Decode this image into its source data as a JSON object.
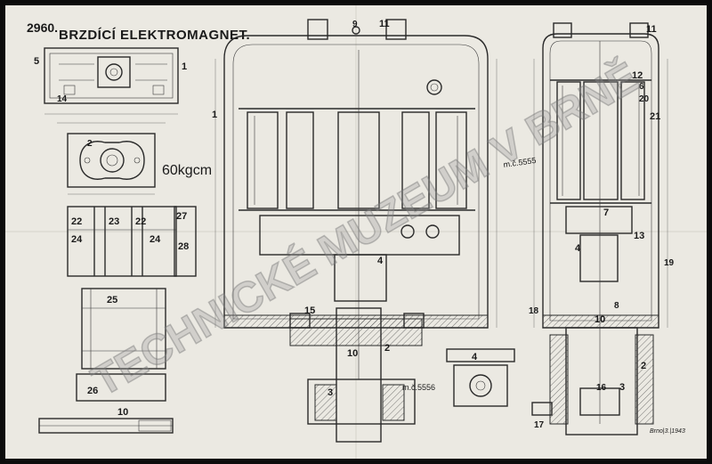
{
  "title": {
    "drawing_number": "2960.",
    "name": "BRZDÍCÍ ELEKTROMAGNET."
  },
  "torque_note": "60kgcm",
  "watermark": "TECHNICKÉ MUZEUM V BRNĚ",
  "material_notes": {
    "front": "m.č.5556",
    "side": "m.č.5555"
  },
  "corner_mark": "Brno|3.|1943",
  "part_numbers": {
    "plan_5": "5",
    "plan_14": "14",
    "plan_1": "1",
    "sq_2": "2",
    "b22a": "22",
    "b23": "23",
    "b22b": "22",
    "b27": "27",
    "b24a": "24",
    "b24b": "24",
    "b28": "28",
    "p25": "25",
    "p26": "26",
    "p10": "10",
    "f9": "9",
    "f11": "11",
    "f1": "1",
    "f4": "4",
    "f15": "15",
    "f10": "10",
    "f2": "2",
    "f3": "3",
    "d4": "4",
    "s12": "12",
    "s11": "11",
    "s6": "6",
    "s20": "20",
    "s21": "21",
    "s7": "7",
    "s13": "13",
    "s4": "4",
    "s8": "8",
    "s10": "10",
    "s19": "19",
    "s18": "18",
    "s16": "16",
    "s3": "3",
    "s2": "2",
    "s17": "17"
  }
}
